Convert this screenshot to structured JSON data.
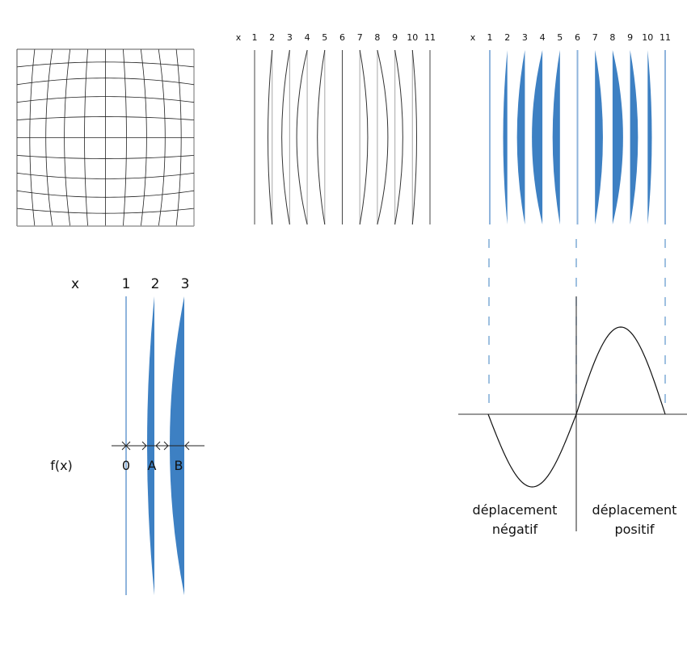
{
  "colors": {
    "fill_blue": "#3d80c3",
    "line_blue": "#8fb4dc",
    "grid_line": "#222222",
    "gray_line": "#b5b5b5",
    "axis_gray": "#777777"
  },
  "panel_columns": {
    "x_label": "x",
    "column_labels": [
      "1",
      "2",
      "3",
      "4",
      "5",
      "6",
      "7",
      "8",
      "9",
      "10",
      "11"
    ],
    "displacement": [
      0,
      -0.4,
      -0.75,
      -1.0,
      -0.7,
      0,
      0.75,
      1.0,
      0.75,
      0.4,
      0
    ]
  },
  "panel_detail": {
    "x_label": "x",
    "column_labels": [
      "1",
      "2",
      "3"
    ],
    "fx_label": "f(x)",
    "point_labels": [
      "0",
      "A",
      "B"
    ]
  },
  "panel_function": {
    "label_negative_line1": "déplacement",
    "label_negative_line2": "négatif",
    "label_positive_line1": "déplacement",
    "label_positive_line2": "positif"
  }
}
